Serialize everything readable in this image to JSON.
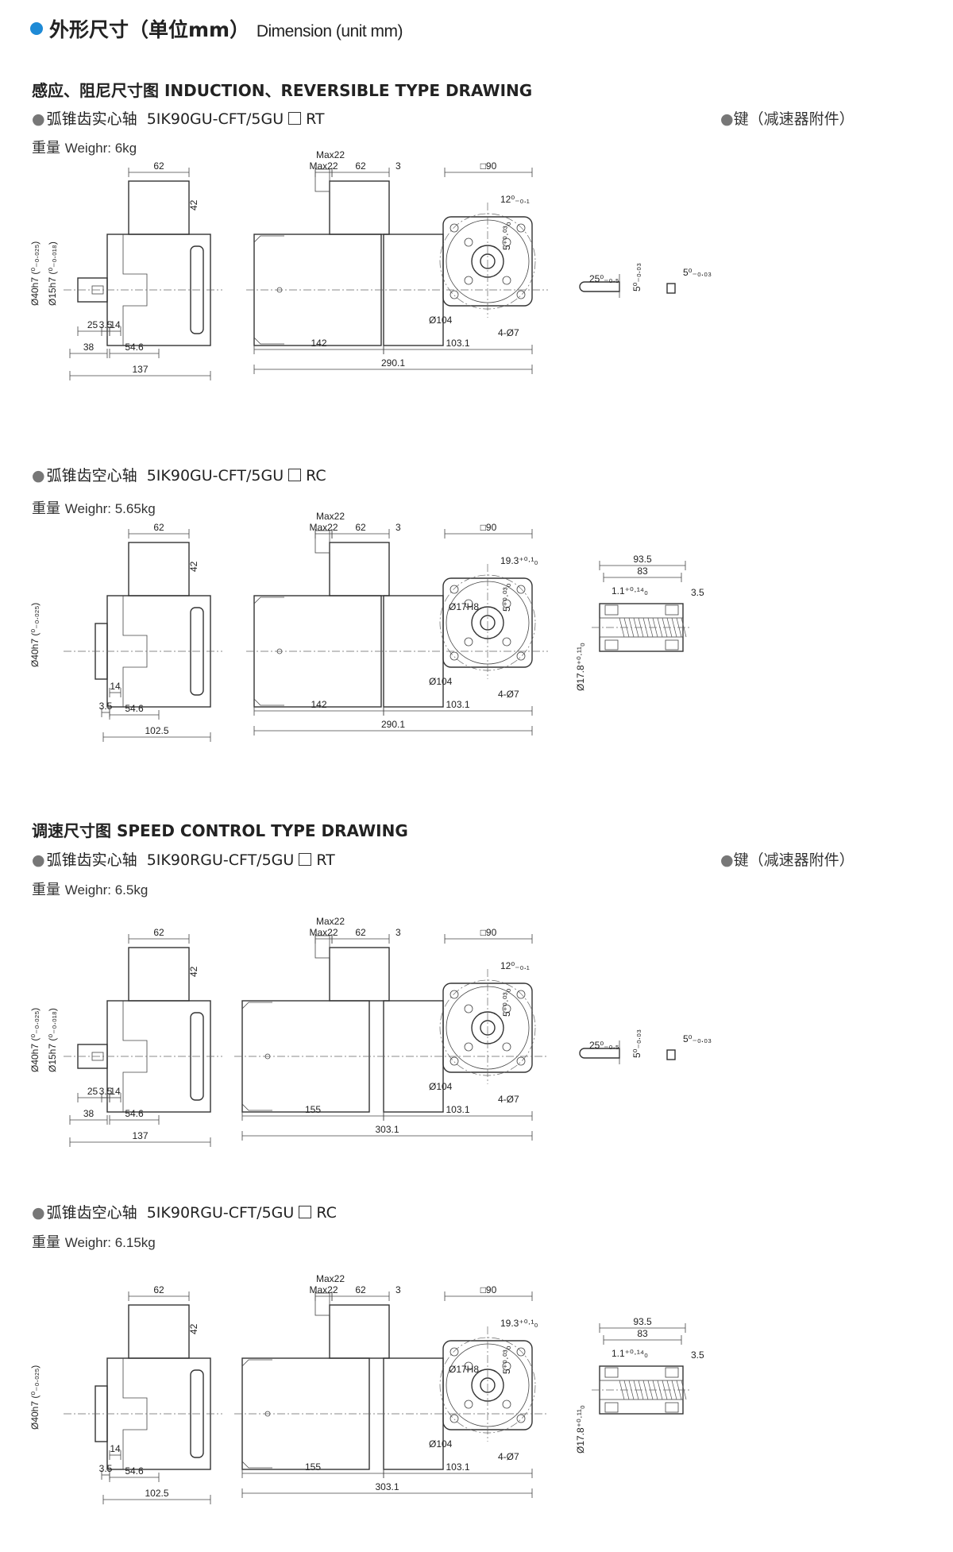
{
  "header": {
    "title_cn": "外形尺寸（单位mm）",
    "title_en": "Dimension (unit mm)",
    "accent": "#1e8ad6"
  },
  "sections": [
    {
      "title": "感应、阻尼尺寸图 INDUCTION、REVERSIBLE TYPE DRAWING"
    },
    {
      "title": "调速尺寸图 SPEED CONTROL TYPE DRAWING"
    }
  ],
  "key_label": "键（减速器附件）",
  "panels": [
    {
      "shaft": "弧锥齿实心轴",
      "model": "5IK90GU-CFT/5GU",
      "suffix": "RT",
      "weight_cn": "重量",
      "weight_en": "Weighr: 6kg",
      "side": {
        "top": "62",
        "h": "42",
        "d1": "Ø40h7 (⁰₋₀.₀₂₅)",
        "d2": "Ø15h7 (⁰₋₀.₀₁₈)",
        "a": "25",
        "b": "3.5",
        "c": "14",
        "e": "38",
        "f": "54.6",
        "total": "137"
      },
      "front": {
        "max": "Max22",
        "top": "62",
        "three": "3",
        "sq": "□90",
        "key": "12⁰₋₀.₁",
        "k5": "5⁺⁰·⁰³₀",
        "bolt": "Ø104",
        "holes": "4-Ø7",
        "len": "142",
        "gear": "103.1",
        "total": "290.1"
      },
      "key": {
        "kl": "25⁰₋₀.₅",
        "kh": "5⁰₋₀.₀₃",
        "kw": "5⁰₋₀.₀₃"
      }
    },
    {
      "shaft": "弧锥齿空心轴",
      "model": "5IK90GU-CFT/5GU",
      "suffix": "RC",
      "weight_cn": "重量",
      "weight_en": "Weighr: 5.65kg",
      "side": {
        "top": "62",
        "h": "42",
        "d1": "Ø40h7 (⁰₋₀.₀₂₅)",
        "b": "3.5",
        "c": "14",
        "f": "54.6",
        "total": "102.5"
      },
      "front": {
        "max": "Max22",
        "top": "62",
        "three": "3",
        "sq": "□90",
        "key": "19.3⁺⁰·¹₀",
        "k5": "5⁺⁰·⁰³₀",
        "bore": "Ø17H8",
        "bolt": "Ø104",
        "holes": "4-Ø7",
        "len": "142",
        "gear": "103.1",
        "total": "290.1"
      },
      "hollow": {
        "l1": "93.5",
        "l2": "83",
        "a": "1.1⁺⁰·¹⁴₀",
        "b": "3.5",
        "d": "Ø17.8⁺⁰·¹¹₀"
      }
    },
    {
      "shaft": "弧锥齿实心轴",
      "model": "5IK90RGU-CFT/5GU",
      "suffix": "RT",
      "weight_cn": "重量",
      "weight_en": "Weighr: 6.5kg",
      "side": {
        "top": "62",
        "h": "42",
        "d1": "Ø40h7 (⁰₋₀.₀₂₅)",
        "d2": "Ø15h7 (⁰₋₀.₀₁₈)",
        "a": "25",
        "b": "3.5",
        "c": "14",
        "e": "38",
        "f": "54.6",
        "total": "137"
      },
      "front": {
        "max": "Max22",
        "top": "62",
        "three": "3",
        "sq": "□90",
        "key": "12⁰₋₀.₁",
        "k5": "5⁺⁰·⁰³₀",
        "bolt": "Ø104",
        "holes": "4-Ø7",
        "len": "155",
        "gear": "103.1",
        "total": "303.1"
      },
      "key": {
        "kl": "25⁰₋₀.₅",
        "kh": "5⁰₋₀.₀₃",
        "kw": "5⁰₋₀.₀₃"
      }
    },
    {
      "shaft": "弧锥齿空心轴",
      "model": "5IK90RGU-CFT/5GU",
      "suffix": "RC",
      "weight_cn": "重量",
      "weight_en": "Weighr: 6.15kg",
      "side": {
        "top": "62",
        "h": "42",
        "d1": "Ø40h7 (⁰₋₀.₀₂₅)",
        "b": "3.5",
        "c": "14",
        "f": "54.6",
        "total": "102.5"
      },
      "front": {
        "max": "Max22",
        "top": "62",
        "three": "3",
        "sq": "□90",
        "key": "19.3⁺⁰·¹₀",
        "k5": "5⁺⁰·⁰³₀",
        "bore": "Ø17H8",
        "bolt": "Ø104",
        "holes": "4-Ø7",
        "len": "155",
        "gear": "103.1",
        "total": "303.1"
      },
      "hollow": {
        "l1": "93.5",
        "l2": "83",
        "a": "1.1⁺⁰·¹⁴₀",
        "b": "3.5",
        "d": "Ø17.8⁺⁰·¹¹₀"
      }
    }
  ]
}
